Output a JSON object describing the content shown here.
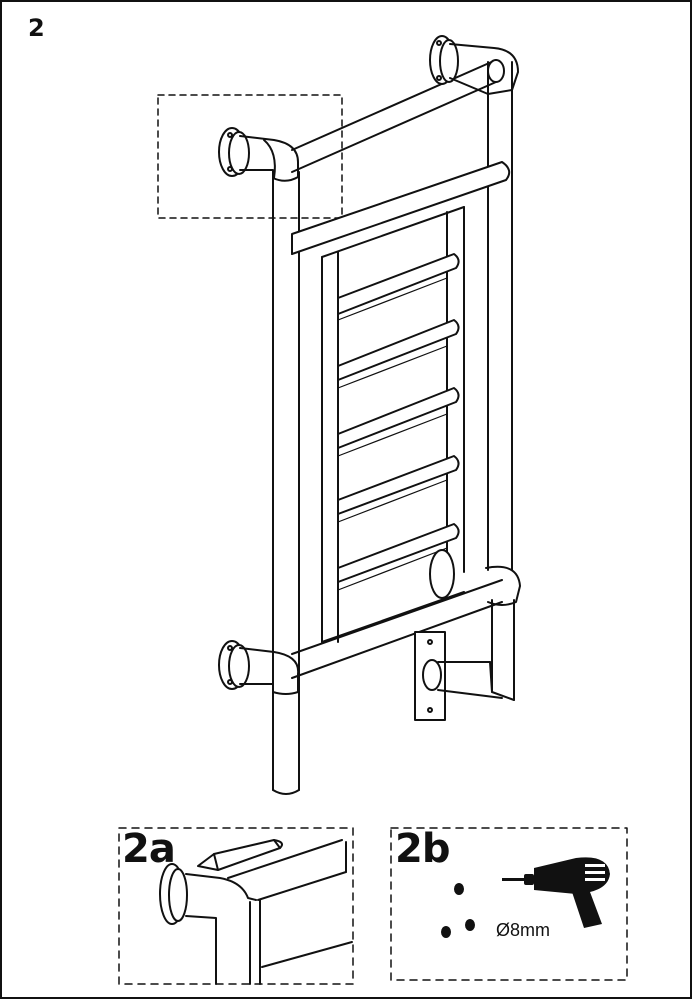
{
  "step": {
    "number": "2"
  },
  "panels": {
    "detail_a": {
      "label": "2a",
      "tool_icon": "pencil-icon"
    },
    "detail_b": {
      "label": "2b",
      "tool_icon": "drill-icon",
      "drill_bit": "Ø8mm"
    }
  },
  "colors": {
    "line": "#111111",
    "background": "#ffffff"
  }
}
